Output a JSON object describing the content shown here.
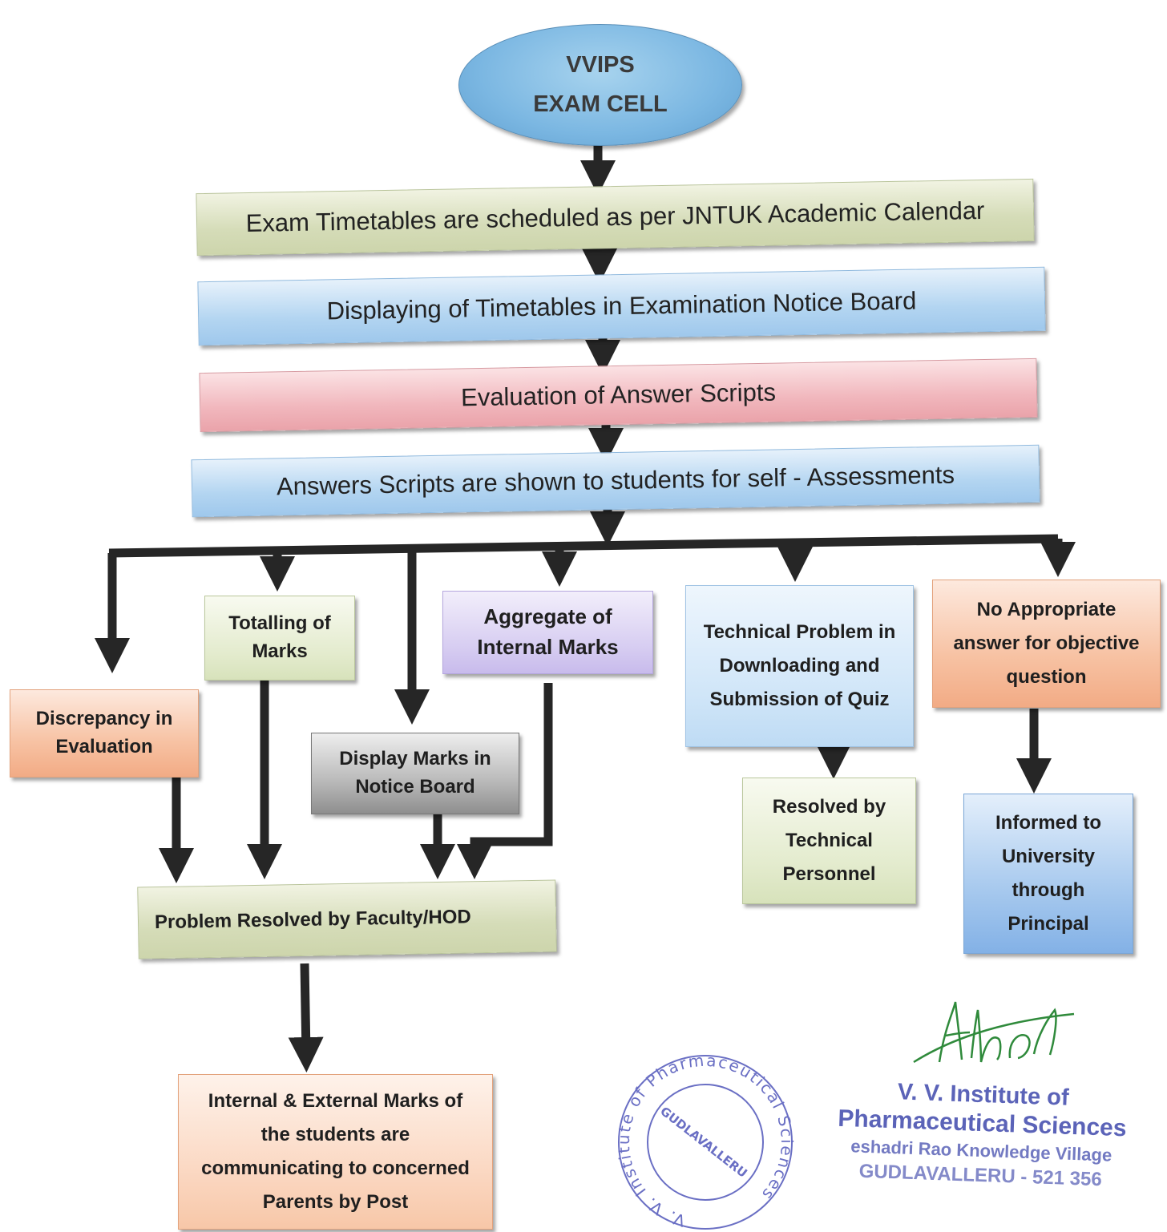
{
  "header": {
    "line1": "VVIPS",
    "line2": "EXAM CELL"
  },
  "steps": [
    "Exam Timetables are scheduled as per JNTUK Academic Calendar",
    "Displaying of Timetables in Examination Notice Board",
    "Evaluation of Answer Scripts",
    "Answers Scripts are shown to students for self - Assessments"
  ],
  "branches": {
    "discrepancy": "Discrepancy in Evaluation",
    "totalling": "Totalling of Marks",
    "display_marks": "Display Marks in Notice Board",
    "aggregate": "Aggregate of Internal Marks",
    "technical": "Technical Problem in Downloading and Submission of Quiz",
    "no_answer": "No Appropriate answer for objective question"
  },
  "outcomes": {
    "faculty": "Problem Resolved by Faculty/HOD",
    "technical": "Resolved by Technical Personnel",
    "university": "Informed to University through Principal",
    "parents": "Internal & External Marks of the students are communicating to concerned Parents by Post"
  },
  "stamp": {
    "ring_text": "V. V. Institute of Pharmaceutical Sciences",
    "center_text": "GUDLAVALLERU"
  },
  "institution": {
    "line1": "V. V. Institute of",
    "line2": "Pharmaceutical Sciences",
    "line3": "eshadri Rao Knowledge Village",
    "line4": "GUDLAVALLERU - 521 356"
  },
  "colors": {
    "arrow": "#262626",
    "stamp": "#6a6fc4",
    "signature": "#2f8a3b"
  }
}
